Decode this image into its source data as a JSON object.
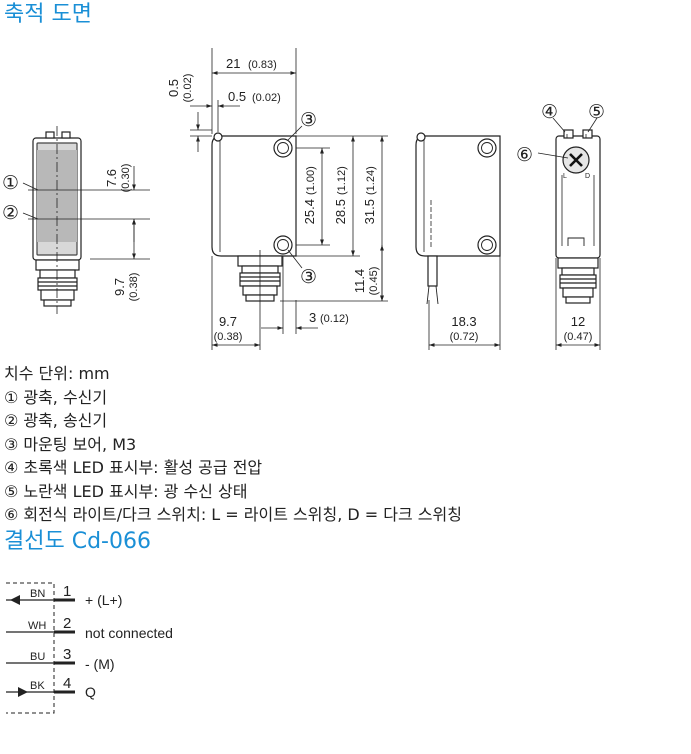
{
  "dimension_section": {
    "title": "축적 도면",
    "dimensions": {
      "top_gap": "0.5",
      "top_gap_inch": "(0.02)",
      "width_total": "21",
      "width_total_inch": "(0.83)",
      "top_offset": "0.5",
      "top_offset_inch": "(0.02)",
      "axis_spacing_small": "7.6",
      "axis_spacing_small_inch": "(0.30)",
      "axis_to_bottom": "9.7",
      "axis_to_bottom_inch": "(0.38)",
      "hole_spacing": "25.4",
      "hole_spacing_inch": "(1.00)",
      "height_body": "28.5",
      "height_body_inch": "(1.12)",
      "height_total": "31.5",
      "height_total_inch": "(1.24)",
      "hole_to_bottom": "11.4",
      "hole_to_bottom_inch": "(0.45)",
      "connector_offset": "9.7",
      "connector_offset_inch": "(0.38)",
      "hole_edge": "3",
      "hole_edge_inch": "(0.12)",
      "depth": "18.3",
      "depth_inch": "(0.72)",
      "side_width": "12",
      "side_width_inch": "(0.47)"
    },
    "markers": [
      "①",
      "②",
      "③",
      "③",
      "④",
      "⑤",
      "⑥"
    ],
    "knob_label_l": "L",
    "knob_label_d": "D"
  },
  "legend": {
    "unit_line": "치수 단위: mm",
    "items": [
      {
        "marker": "①",
        "text": "광축, 수신기"
      },
      {
        "marker": "②",
        "text": "광축, 송신기"
      },
      {
        "marker": "③",
        "text": "마운팅 보어, M3"
      },
      {
        "marker": "④",
        "text": "초록색 LED 표시부: 활성 공급 전압"
      },
      {
        "marker": "⑤",
        "text": "노란색 LED 표시부: 광 수신 상태"
      },
      {
        "marker": "⑥",
        "text": "회전식 라이트/다크 스위치: L = 라이트 스위칭, D = 다크 스위칭"
      }
    ]
  },
  "wiring_section": {
    "title": "결선도 Cd-066",
    "pins": [
      {
        "wire": "BN",
        "number": "1",
        "signal": "+ (L+)"
      },
      {
        "wire": "WH",
        "number": "2",
        "signal": "not connected"
      },
      {
        "wire": "BU",
        "number": "3",
        "signal": "- (M)"
      },
      {
        "wire": "BK",
        "number": "4",
        "signal": "Q"
      }
    ]
  }
}
